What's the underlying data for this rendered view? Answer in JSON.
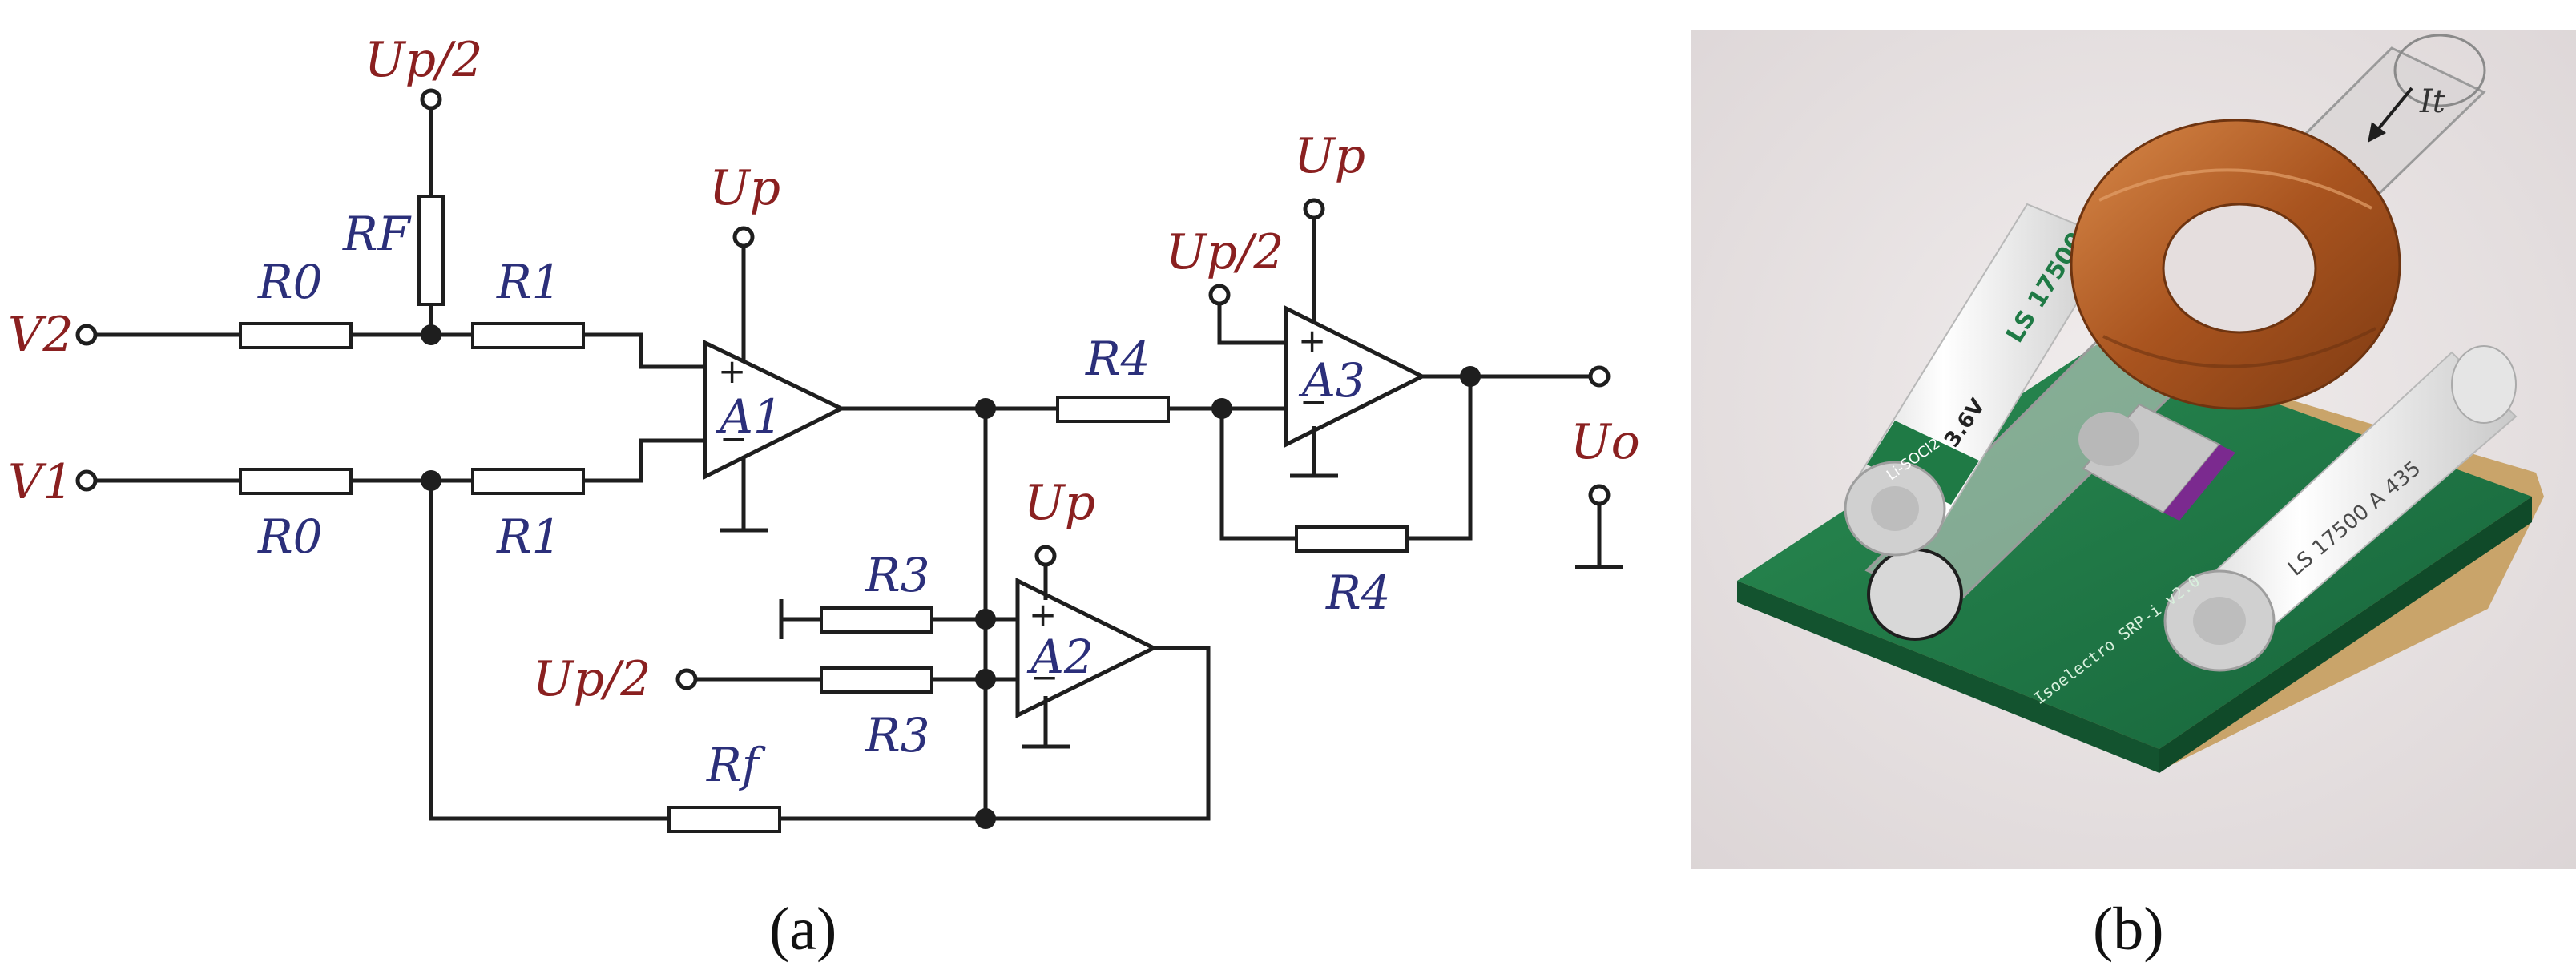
{
  "colors": {
    "wire": "#1e1e1e",
    "supply_label": "#8a2020",
    "component_label": "#2b2f7a",
    "photo_bg": "#e9e3e4",
    "pcb": "#1f7a45",
    "copper": "#b8692f"
  },
  "circuit": {
    "inputs": {
      "v2": "V2",
      "v1": "V1"
    },
    "resistors": {
      "r0_top": "R0",
      "r0_bottom": "R0",
      "rf_upper": "RF",
      "r1_top": "R1",
      "r1_bottom": "R1",
      "r4_series": "R4",
      "r4_feedback": "R4",
      "r3_top": "R3",
      "r3_bottom": "R3",
      "rf_lower": "Rf"
    },
    "amplifiers": {
      "a1": "A1",
      "a2": "A2",
      "a3": "A3"
    },
    "supplies": {
      "up_half_top": "Up/2",
      "up_a1": "Up",
      "up_a3": "Up",
      "up_half_a3": "Up/2",
      "up_a2": "Up",
      "up_half_a2": "Up/2"
    },
    "output": "Uo",
    "signs": {
      "plus": "+",
      "minus": "−"
    }
  },
  "photo": {
    "current_label": "It",
    "battery_left_voltage": "3.6V",
    "battery_left_text": "LS 17500",
    "battery_left_brand": "Li-SOCl2",
    "battery_right_text": "LS 17500 A 435",
    "board_text": "Isoelectro SRP-i v2.0"
  },
  "captions": {
    "a": "(a)",
    "b": "(b)"
  }
}
